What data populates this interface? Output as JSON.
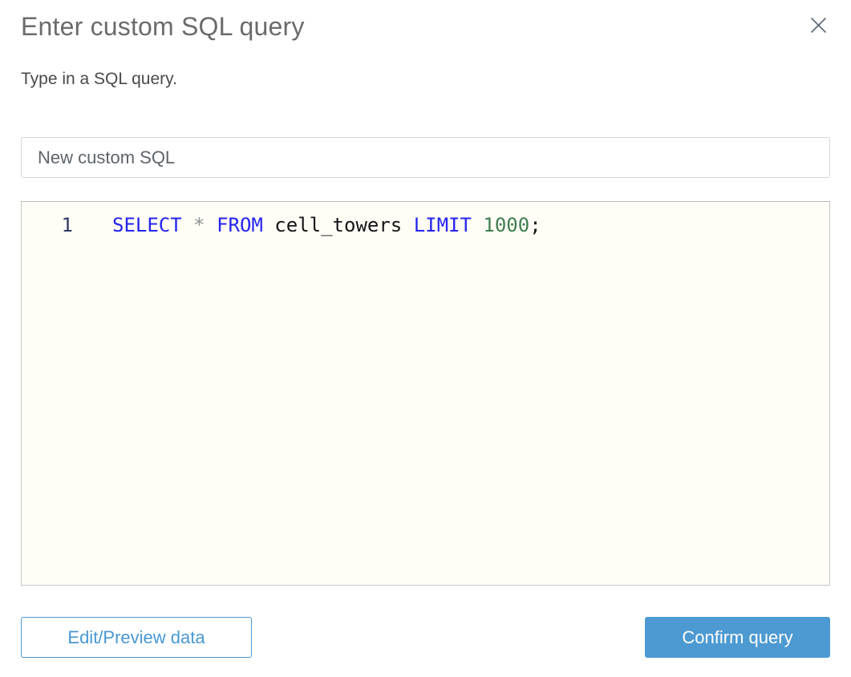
{
  "modal": {
    "title": "Enter custom SQL query",
    "subtitle": "Type in a SQL query."
  },
  "name_input": {
    "value": "New custom SQL"
  },
  "editor": {
    "lines": [
      {
        "number": "1",
        "tokens": [
          {
            "type": "keyword",
            "text": "SELECT"
          },
          {
            "type": "plain",
            "text": " "
          },
          {
            "type": "operator",
            "text": "*"
          },
          {
            "type": "plain",
            "text": " "
          },
          {
            "type": "keyword",
            "text": "FROM"
          },
          {
            "type": "plain",
            "text": " cell_towers "
          },
          {
            "type": "keyword",
            "text": "LIMIT"
          },
          {
            "type": "plain",
            "text": " "
          },
          {
            "type": "number",
            "text": "1000"
          },
          {
            "type": "plain",
            "text": ";"
          }
        ]
      }
    ]
  },
  "buttons": {
    "edit_preview_label": "Edit/Preview data",
    "confirm_label": "Confirm query"
  },
  "colors": {
    "keyword": "#2424f0",
    "number": "#3e7e50",
    "operator": "#8e9494",
    "plain_code": "#151515",
    "line_number": "#2c3a66",
    "editor_background": "#fffdf6",
    "accent_blue": "#4d9ad2",
    "title_gray": "#6b6b6b"
  },
  "icons": {
    "close": "x"
  }
}
